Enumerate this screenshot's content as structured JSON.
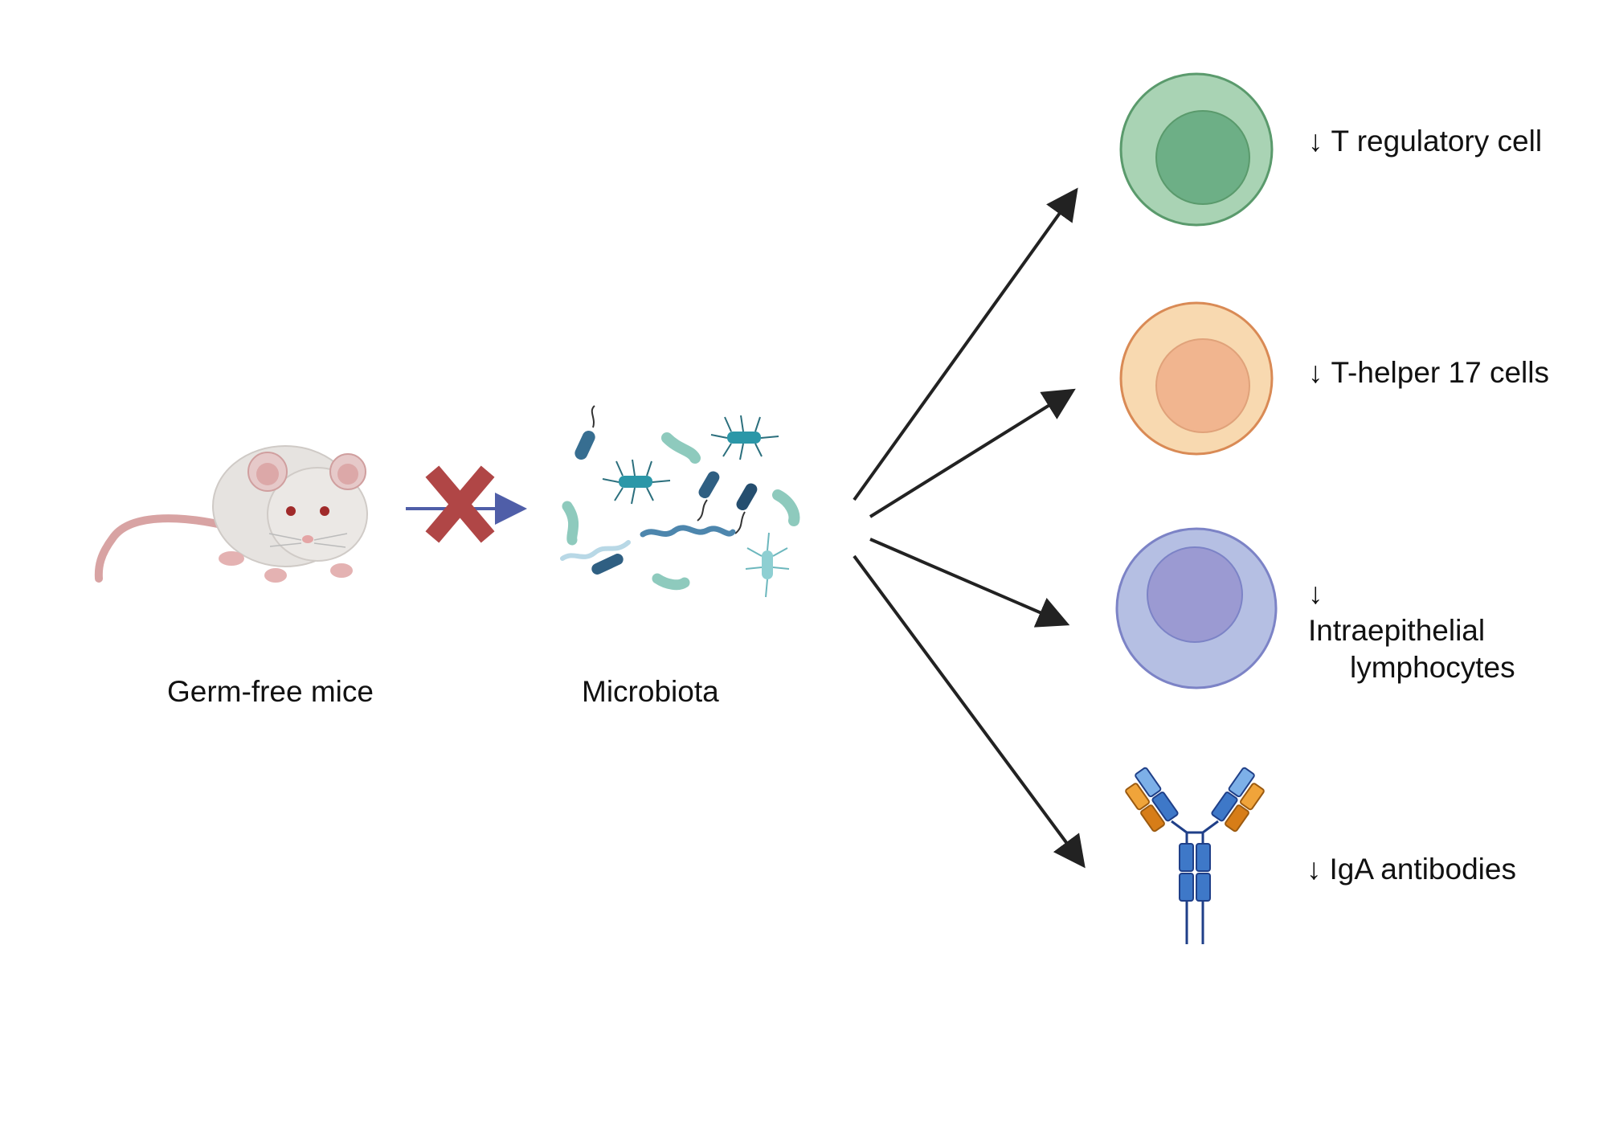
{
  "labels": {
    "mouse": "Germ-free mice",
    "microbiota": "Microbiota"
  },
  "outcomes": [
    {
      "arrow": "↓",
      "text": "T regulatory cell"
    },
    {
      "arrow": "↓",
      "text": "T-helper 17 cells"
    },
    {
      "arrow": "↓",
      "line1": "Intraepithelial",
      "line2": "lymphocytes"
    },
    {
      "arrow": "↓",
      "text": "IgA antibodies"
    }
  ],
  "colors": {
    "treg_outer": "#a9d3b4",
    "treg_inner": "#6daf86",
    "treg_stroke": "#5a9a6c",
    "th17_outer": "#f8d9b0",
    "th17_inner": "#f1b58f",
    "th17_stroke": "#d98a55",
    "iel_outer": "#b5bfe3",
    "iel_inner": "#9b9ad2",
    "iel_stroke": "#7c83c6",
    "blocked_arrow": "#4f5ea8",
    "cross": "#b04646",
    "antibody_heavy": "#3e78c8",
    "antibody_light": "#f0a43a"
  },
  "icons": {
    "mouse": "mouse-icon",
    "microbiota": "bacteria-cluster-icon",
    "block": "cross-icon",
    "antibody": "antibody-icon"
  }
}
